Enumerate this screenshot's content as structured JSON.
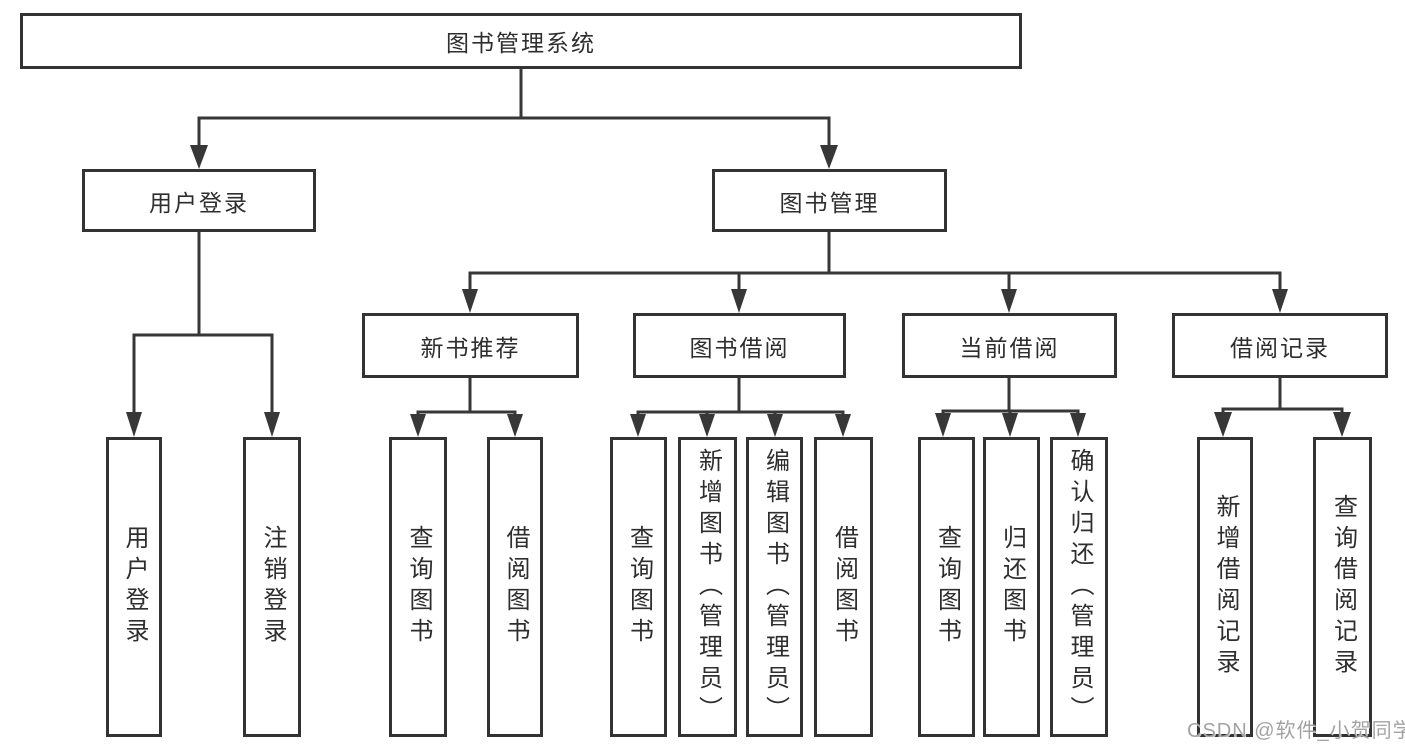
{
  "colors": {
    "line": "#373737",
    "box_border": "#333333",
    "text": "#2e2e2e",
    "watermark": "#a3a3a3",
    "background": "#ffffff"
  },
  "watermark": "CSDN @软件_小贺同学",
  "tree": {
    "label": "图书管理系统",
    "children": [
      {
        "label": "用户登录",
        "children": [
          {
            "label": "用户登录"
          },
          {
            "label": "注销登录"
          }
        ]
      },
      {
        "label": "图书管理",
        "children": [
          {
            "label": "新书推荐",
            "children": [
              {
                "label": "查询图书"
              },
              {
                "label": "借阅图书"
              }
            ]
          },
          {
            "label": "图书借阅",
            "children": [
              {
                "label": "查询图书"
              },
              {
                "label": "新增图书（管理员）"
              },
              {
                "label": "编辑图书（管理员）"
              },
              {
                "label": "借阅图书"
              }
            ]
          },
          {
            "label": "当前借阅",
            "children": [
              {
                "label": "查询图书"
              },
              {
                "label": "归还图书"
              },
              {
                "label": "确认归还（管理员）"
              }
            ]
          },
          {
            "label": "借阅记录",
            "children": [
              {
                "label": "新增借阅记录"
              },
              {
                "label": "查询借阅记录"
              }
            ]
          }
        ]
      }
    ]
  }
}
